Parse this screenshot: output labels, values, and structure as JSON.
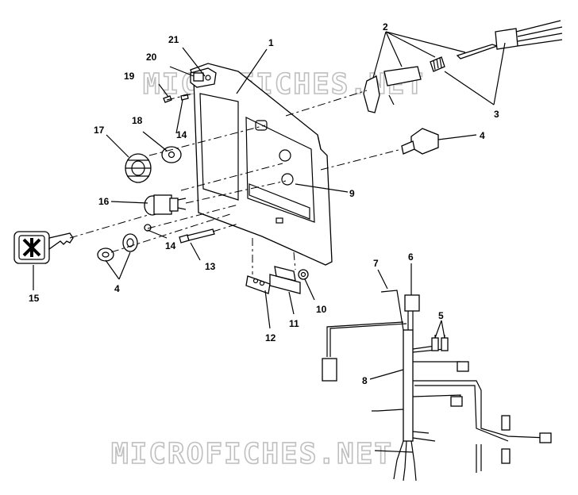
{
  "watermark": "MICROFICHES.NET",
  "callouts": [
    "1",
    "2",
    "3",
    "4",
    "5",
    "6",
    "7",
    "8",
    "9",
    "10",
    "11",
    "12",
    "13",
    "14",
    "15",
    "16",
    "17",
    "18",
    "19",
    "20",
    "21"
  ]
}
